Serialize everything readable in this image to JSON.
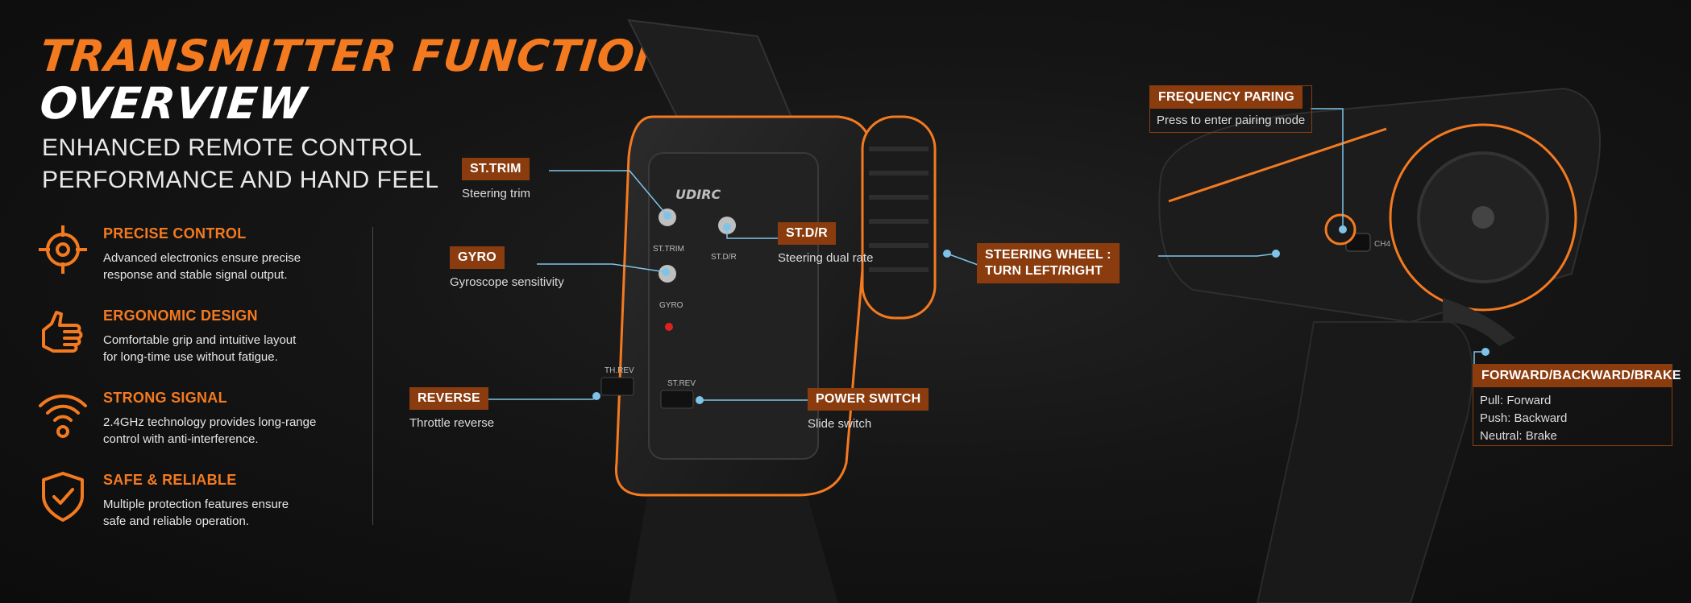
{
  "header": {
    "title_line1": "TRANSMITTER FUNCTION",
    "title_line2": "OVERVIEW",
    "subtitle_line1": "ENHANCED REMOTE CONTROL",
    "subtitle_line2": "PERFORMANCE AND HAND FEEL"
  },
  "features": [
    {
      "icon": "target-icon",
      "title": "PRECISE CONTROL",
      "desc1": "Advanced electronics ensure precise",
      "desc2": "response and stable signal output."
    },
    {
      "icon": "hand-grip-icon",
      "title": "ERGONOMIC DESIGN",
      "desc1": "Comfortable grip and intuitive layout",
      "desc2": "for long-time use without fatigue."
    },
    {
      "icon": "wifi-signal-icon",
      "title": "STRONG SIGNAL",
      "desc1": "2.4GHz technology provides long-range",
      "desc2": "control with anti-interference."
    },
    {
      "icon": "shield-check-icon",
      "title": "SAFE & RELIABLE",
      "desc1": "Multiple protection features ensure",
      "desc2": "safe and reliable operation."
    }
  ],
  "device_labels": {
    "brand": "UDIRC",
    "knob_trim": "ST.TRIM",
    "knob_dr": "ST.D/R",
    "knob_gyro": "GYRO",
    "switch_th": "TH.REV",
    "switch_st": "ST.REV",
    "ch4": "CH4"
  },
  "callouts": {
    "st_trim": {
      "title": "ST.TRIM",
      "desc": "Steering trim"
    },
    "gyro": {
      "title": "GYRO",
      "desc": "Gyroscope sensitivity"
    },
    "st_dr": {
      "title": "ST.D/R",
      "desc": "Steering dual rate"
    },
    "reverse": {
      "title": "REVERSE",
      "desc": "Throttle reverse"
    },
    "power_switch": {
      "title": "POWER SWITCH",
      "desc": "Slide switch"
    },
    "steering_wheel": {
      "line1": "STEERING WHEEL :",
      "line2": "TURN LEFT/RIGHT"
    },
    "frequency_pairing": {
      "title": "FREQUENCY PARING",
      "desc": "Press to enter pairing mode"
    },
    "throttle": {
      "title": "FORWARD/BACKWARD/BRAKE",
      "line1": "Pull: Forward",
      "line2": "Push: Backward",
      "line3": "Neutral: Brake"
    }
  },
  "colors": {
    "accent": "#f47a20",
    "tag_bg": "#8a3c0f",
    "leader": "#7fc4e8"
  }
}
